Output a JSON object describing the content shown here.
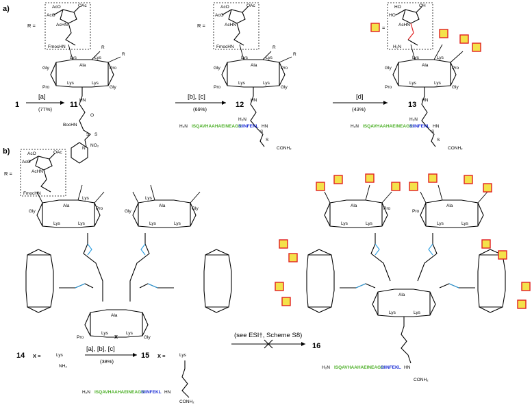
{
  "panel_a": {
    "label": "a)",
    "r_eq": "R =",
    "sugar": {
      "ac1": "AcO",
      "ac2": "OAc",
      "ac3": "AcO",
      "achn": "AcHN",
      "fmoc": "FmocHN",
      "o": "O",
      "nh": "HN",
      "oh1": "HO",
      "oh2": "OH",
      "oh3": "HO",
      "h2n": "H₂N"
    },
    "compounds": {
      "c1": "1",
      "c11": "11",
      "c12": "12",
      "c13": "13"
    },
    "conditions": {
      "step1": "[a]",
      "yield1": "(77%)",
      "step2": "[b], [c]",
      "yield2": "(69%)",
      "step3": "[d]",
      "yield3": "(43%)"
    },
    "residues": {
      "lys": "Lys",
      "ala": "Ala",
      "pro": "Pro",
      "gly": "Gly",
      "r": "R"
    },
    "linker": {
      "boc": "BocHN",
      "hn": "HN",
      "h2n": "H₂N",
      "s": "S",
      "no2": "NO₂",
      "n": "N",
      "conh2": "CONH₂",
      "o": "O"
    },
    "peptide": {
      "h2n": "H₂N",
      "green": "ISQAVHAAHAEINEAGR",
      "blue": "SIINFEKL",
      "hn": "HN"
    }
  },
  "panel_b": {
    "label": "b)",
    "r_eq": "R =",
    "compounds": {
      "c14": "14",
      "c15": "15",
      "c16": "16"
    },
    "x_label": "X =",
    "x_sub": "NH₂",
    "center_x": "X",
    "conditions": {
      "step": "[a], [b], [c]",
      "yield": "(38%)",
      "note": "(see ESI†, Scheme S8)"
    }
  },
  "colors": {
    "green": "#4caf27",
    "blue": "#1c2fd6",
    "oxime": "#2a9de0",
    "square_fill": "#f4e24a",
    "square_border": "#e02020",
    "red_bond": "#e02020"
  }
}
